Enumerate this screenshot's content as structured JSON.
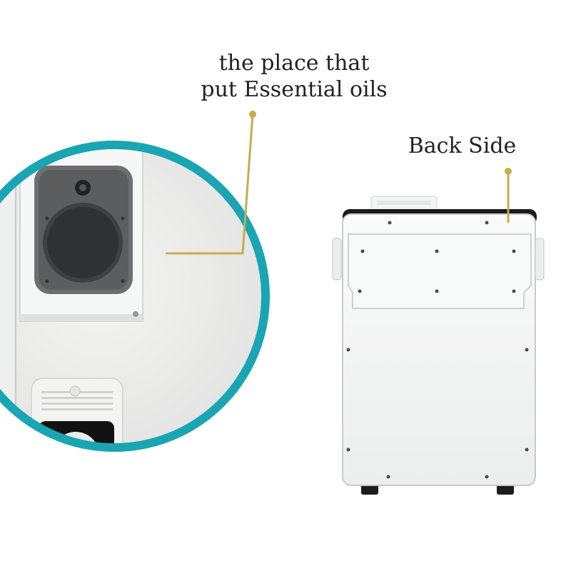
{
  "annotations": {
    "essential_oils_line1": "the place that",
    "essential_oils_line2": "put Essential oils",
    "back_side": "Back Side"
  },
  "colors": {
    "circle_border": "#1aa5b3",
    "callout_line": "#c7ac4c",
    "device_panel": "#f7f8f8",
    "device_shadow": "#1b1b1b"
  },
  "icons": [
    "diffuser-closeup-photo",
    "diffuser-back-photo"
  ]
}
